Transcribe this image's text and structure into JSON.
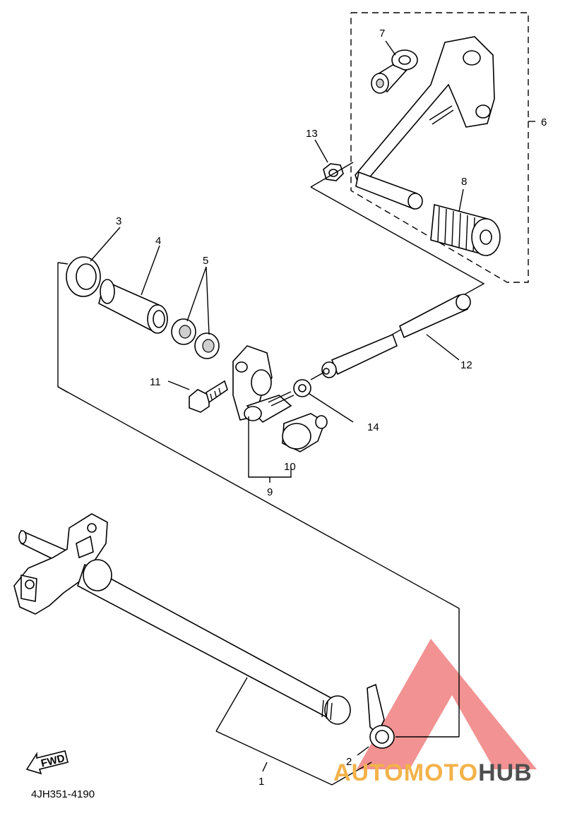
{
  "callouts": [
    "1",
    "2",
    "3",
    "4",
    "5",
    "6",
    "7",
    "8",
    "9",
    "10",
    "11",
    "12",
    "13",
    "14"
  ],
  "fwd_label": "FWD",
  "drawing_code": "4JH351-4190",
  "watermark": {
    "part1": "AUTOMOTO",
    "part2": "HUB",
    "triangle_color": "#f08080",
    "accent_color": "#f3b24a",
    "dark_color": "#4f4f4f"
  }
}
